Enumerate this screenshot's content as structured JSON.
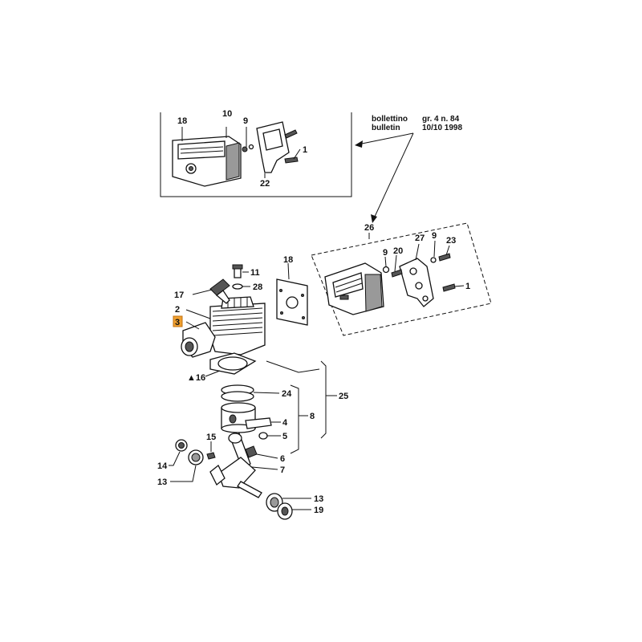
{
  "bulletin": {
    "line1": "bollettino",
    "line2": "bulletin",
    "ref": "gr. 4  n. 84",
    "date": "10/10 1998"
  },
  "labels": {
    "inset_18": "18",
    "inset_10": "10",
    "inset_9": "9",
    "inset_1": "1",
    "inset_22": "22",
    "l26": "26",
    "l27": "27",
    "l9b": "9",
    "l23": "23",
    "l9c": "9",
    "l20": "20",
    "l18b": "18",
    "l11": "11",
    "l28": "28",
    "l17": "17",
    "l2": "2",
    "l3": "3",
    "l16": "▲16",
    "l24": "24",
    "l25": "25",
    "l8": "8",
    "l4": "4",
    "l5": "5",
    "l6": "6",
    "l7": "7",
    "l15": "15",
    "l14": "14",
    "l13a": "13",
    "l13b": "13",
    "l19": "19"
  },
  "colors": {
    "highlight": "#f0a030",
    "ink": "#111111"
  }
}
